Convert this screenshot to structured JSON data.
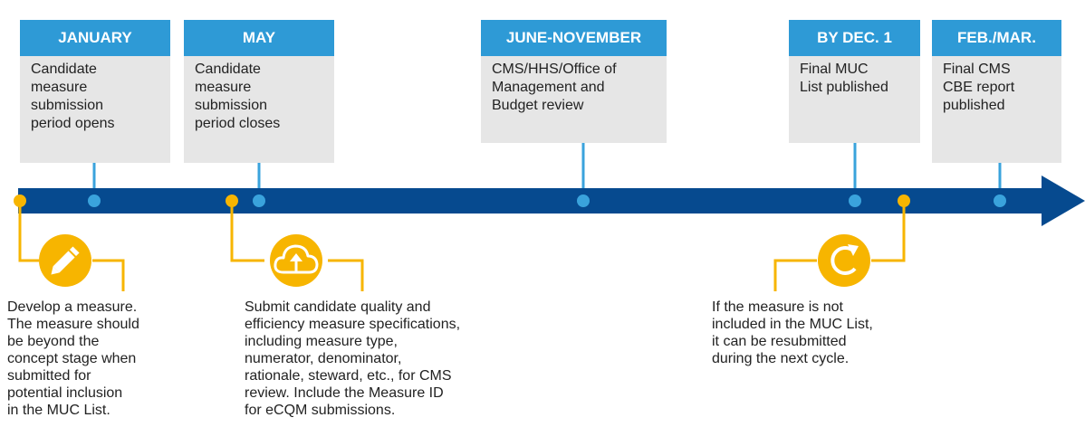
{
  "colors": {
    "header_blue": "#2e9ad6",
    "box_gray": "#e6e6e6",
    "arrow_navy": "#064a8f",
    "connector_blue": "#3aa3dc",
    "accent_orange": "#f7b500"
  },
  "milestones": [
    {
      "label": "JANUARY",
      "text": "Candidate\nmeasure\nsubmission\nperiod opens"
    },
    {
      "label": "MAY",
      "text": "Candidate\nmeasure\nsubmission\nperiod closes"
    },
    {
      "label": "JUNE-NOVEMBER",
      "text": "CMS/HHS/Office of\nManagement and\nBudget review"
    },
    {
      "label": "BY DEC. 1",
      "text": "Final MUC\nList published"
    },
    {
      "label": "FEB./MAR.",
      "text": "Final CMS\nCBE report\npublished"
    }
  ],
  "actions": [
    {
      "icon": "pencil-icon",
      "text": "Develop a measure.\nThe measure should\nbe beyond the\nconcept stage when\nsubmitted for\npotential inclusion\nin the MUC List."
    },
    {
      "icon": "cloud-upload-icon",
      "text": "Submit candidate quality and\nefficiency measure specifications,\nincluding measure type,\nnumerator, denominator,\nrationale, steward, etc., for CMS\nreview. Include the Measure ID\nfor eCQM submissions."
    },
    {
      "icon": "refresh-icon",
      "text": "If the measure is not\nincluded in the MUC List,\nit can be resubmitted\nduring the next cycle."
    }
  ]
}
